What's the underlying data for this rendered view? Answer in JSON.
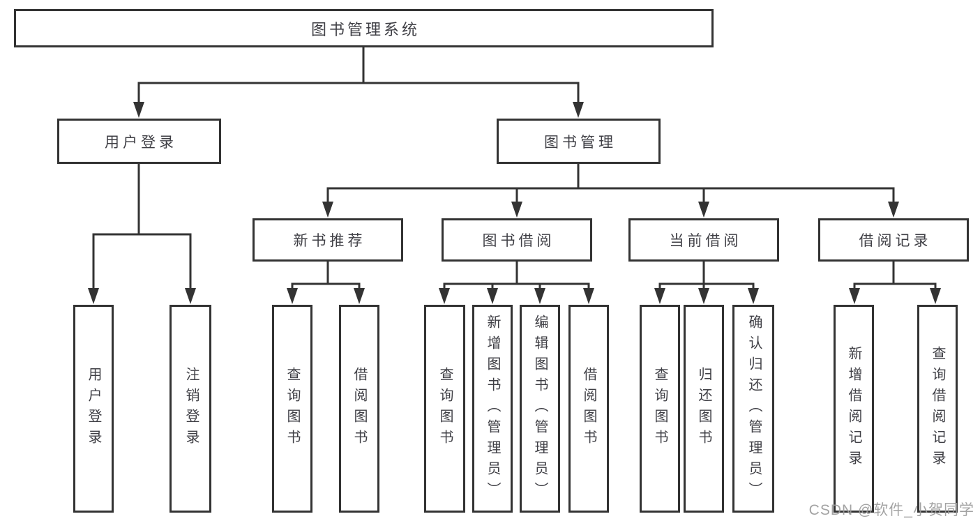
{
  "tree": {
    "label": "图书管理系统",
    "children": [
      {
        "label": "用户登录",
        "children": [
          {
            "label": "用户登录"
          },
          {
            "label": "注销登录"
          }
        ]
      },
      {
        "label": "图书管理",
        "children": [
          {
            "label": "新书推荐",
            "children": [
              {
                "label": "查询图书"
              },
              {
                "label": "借阅图书"
              }
            ]
          },
          {
            "label": "图书借阅",
            "children": [
              {
                "label": "查询图书"
              },
              {
                "label": "新增图书（管理员）"
              },
              {
                "label": "编辑图书（管理员）"
              },
              {
                "label": "借阅图书"
              }
            ]
          },
          {
            "label": "当前借阅",
            "children": [
              {
                "label": "查询图书"
              },
              {
                "label": "归还图书"
              },
              {
                "label": "确认归还（管理员）"
              }
            ]
          },
          {
            "label": "借阅记录",
            "children": [
              {
                "label": "新增借阅记录"
              },
              {
                "label": "查询借阅记录"
              }
            ]
          }
        ]
      }
    ]
  },
  "watermark": {
    "text": "CSDN @软件_小贺同学"
  },
  "colors": {
    "line": "#333333",
    "node_text": "#3f3f45",
    "watermark_text": "#9c9c9c",
    "background": "#ffffff"
  }
}
